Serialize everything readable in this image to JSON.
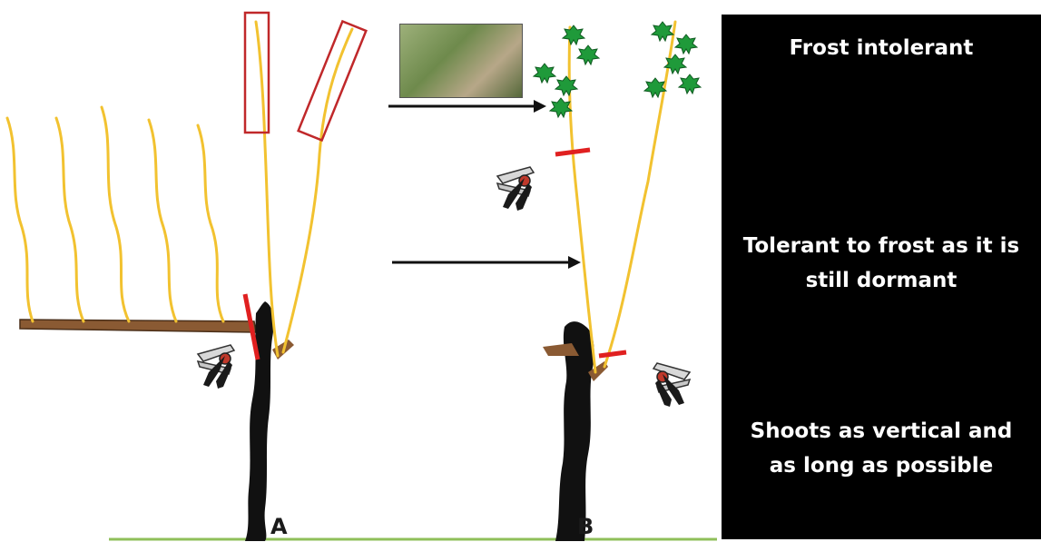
{
  "panel_labels": {
    "a": "A",
    "b": "B"
  },
  "notes": {
    "frost_intolerant": "Frost intolerant",
    "tolerant_line1": "Tolerant to frost as it is",
    "tolerant_line2": "still dormant",
    "shoots_line1": "Shoots as vertical and",
    "shoots_line2": "as long as possible"
  },
  "colors": {
    "shoot": "#f2c230",
    "trunk": "#111111",
    "cordon": "#8a5a33",
    "cut_mark": "#e02020",
    "highlight_box": "#c0282a",
    "leaf": "#1f9a3a",
    "ground": "#8fbf5a",
    "panel_bg": "#000000",
    "panel_text": "#ffffff"
  },
  "icons": [
    "pruning-shears-icon",
    "grape-leaf-icon",
    "arrow-icon"
  ]
}
